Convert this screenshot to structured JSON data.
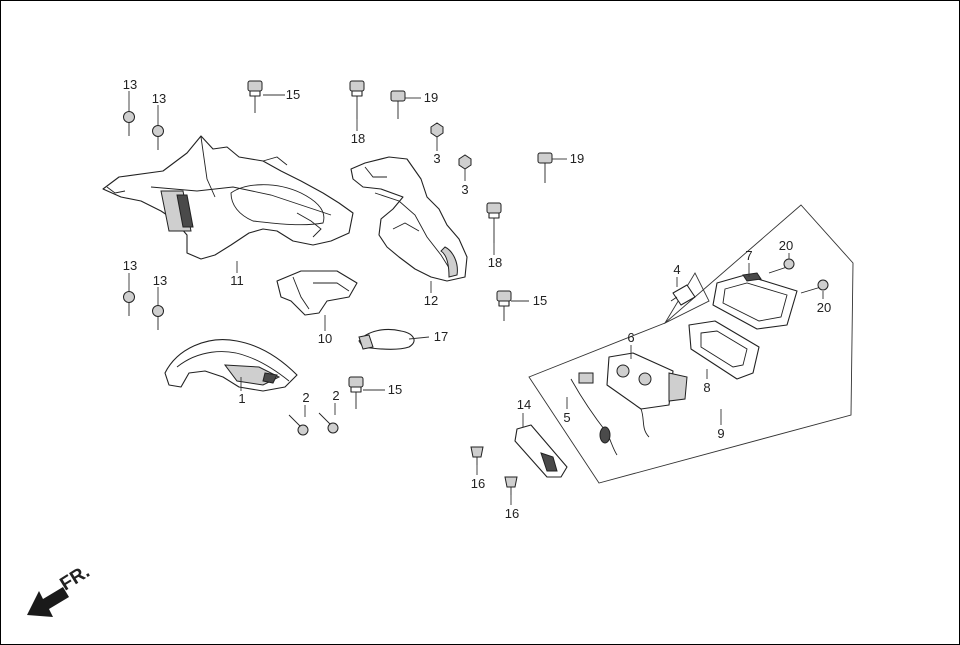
{
  "callouts": [
    {
      "id": "c1",
      "text": "1"
    },
    {
      "id": "c2a",
      "text": "2"
    },
    {
      "id": "c2b",
      "text": "2"
    },
    {
      "id": "c3a",
      "text": "3"
    },
    {
      "id": "c3b",
      "text": "3"
    },
    {
      "id": "c4",
      "text": "4"
    },
    {
      "id": "c5",
      "text": "5"
    },
    {
      "id": "c6",
      "text": "6"
    },
    {
      "id": "c7",
      "text": "7"
    },
    {
      "id": "c8",
      "text": "8"
    },
    {
      "id": "c9",
      "text": "9"
    },
    {
      "id": "c10",
      "text": "10"
    },
    {
      "id": "c11",
      "text": "11"
    },
    {
      "id": "c12",
      "text": "12"
    },
    {
      "id": "c13a",
      "text": "13"
    },
    {
      "id": "c13b",
      "text": "13"
    },
    {
      "id": "c13c",
      "text": "13"
    },
    {
      "id": "c13d",
      "text": "13"
    },
    {
      "id": "c14",
      "text": "14"
    },
    {
      "id": "c15a",
      "text": "15"
    },
    {
      "id": "c15b",
      "text": "15"
    },
    {
      "id": "c15c",
      "text": "15"
    },
    {
      "id": "c16a",
      "text": "16"
    },
    {
      "id": "c16b",
      "text": "16"
    },
    {
      "id": "c17",
      "text": "17"
    },
    {
      "id": "c18a",
      "text": "18"
    },
    {
      "id": "c18b",
      "text": "18"
    },
    {
      "id": "c19a",
      "text": "19"
    },
    {
      "id": "c19b",
      "text": "19"
    },
    {
      "id": "c20a",
      "text": "20"
    },
    {
      "id": "c20b",
      "text": "20"
    }
  ],
  "direction": {
    "text": "FR.",
    "icon": "front-direction-arrow-icon"
  }
}
